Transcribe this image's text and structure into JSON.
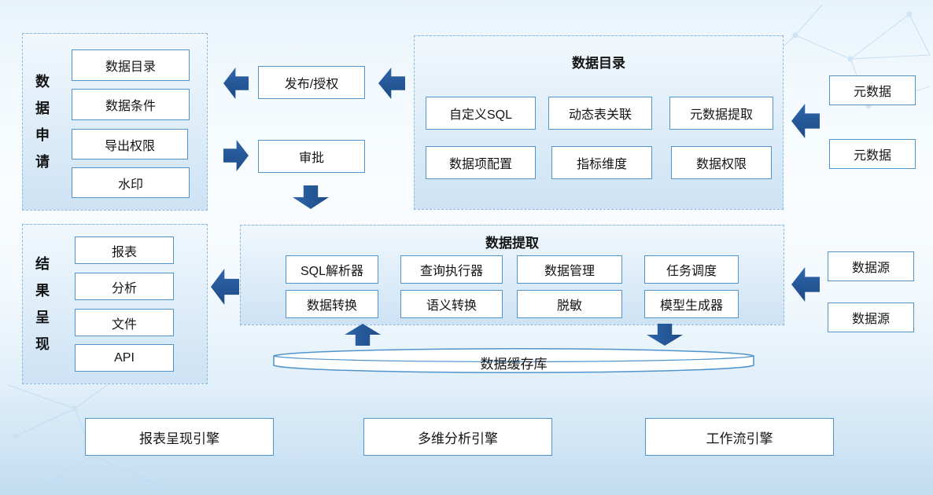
{
  "diagram": {
    "apply": {
      "label": "数据申请",
      "items": [
        "数据目录",
        "数据条件",
        "导出权限",
        "水印"
      ]
    },
    "flow": {
      "publish": "发布/授权",
      "approve": "审批"
    },
    "catalog": {
      "title": "数据目录",
      "items": [
        "自定义SQL",
        "动态表关联",
        "元数据提取",
        "数据项配置",
        "指标维度",
        "数据权限"
      ]
    },
    "metadata": [
      "元数据",
      "元数据"
    ],
    "extract": {
      "title": "数据提取",
      "items": [
        "SQL解析器",
        "查询执行器",
        "数据管理",
        "任务调度",
        "数据转换",
        "语义转换",
        "脱敏",
        "模型生成器"
      ]
    },
    "sources": [
      "数据源",
      "数据源"
    ],
    "result": {
      "label": "结果呈现",
      "items": [
        "报表",
        "分析",
        "文件",
        "API"
      ]
    },
    "cache": "数据缓存库",
    "engines": [
      "报表呈现引擎",
      "多维分析引擎",
      "工作流引擎"
    ]
  },
  "colors": {
    "arrow": "#24569a",
    "box_border": "#4f94cd",
    "group_border": "#8ab9e2",
    "background": "#e7f3fb"
  }
}
